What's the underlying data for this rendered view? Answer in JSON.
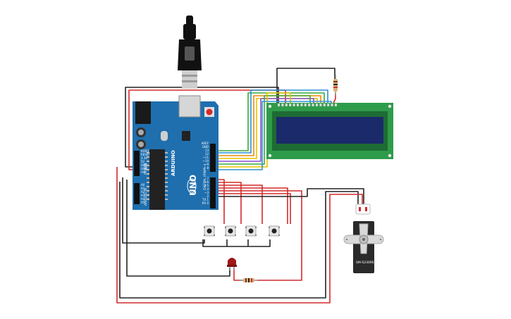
{
  "arduino": {
    "brand": "ARDUINO",
    "model": "UNO",
    "digital_header": [
      "AREF",
      "GND",
      "13",
      "12",
      "~11",
      "~10",
      "~9",
      "8"
    ],
    "digital_header2": [
      "7",
      "~6",
      "~5",
      "4",
      "~3",
      "2",
      "TX 1",
      "RX 0"
    ],
    "power_header": [
      "IOREF",
      "RESET",
      "3.3V",
      "5V",
      "GND",
      "GND",
      "Vin"
    ],
    "analog_header": [
      "A0",
      "A1",
      "A2",
      "A3",
      "A4",
      "A5"
    ],
    "digital_caption": "DIGITAL (PWM~)",
    "power_caption": "POWER",
    "analog_caption": "ANALOG IN"
  },
  "servo": {
    "model": "SM-S2309S"
  },
  "colors": {
    "board": "#1f6fae",
    "lcd_pcb": "#2e9b4a",
    "lcd_screen": "#1b2a6b",
    "wire_red": "#d42a2a",
    "wire_black": "#222222",
    "wire_blue": "#2f8fd6",
    "wire_yellow": "#e6c400",
    "wire_green": "#3aa83a",
    "wire_orange": "#f08a00",
    "wire_purple": "#8a4fd0",
    "led": "#a01818"
  },
  "icons": [
    "usb-plug-icon",
    "arduino-board-icon",
    "lcd-module-icon",
    "pushbutton-icon",
    "led-icon",
    "resistor-icon",
    "servo-icon"
  ]
}
